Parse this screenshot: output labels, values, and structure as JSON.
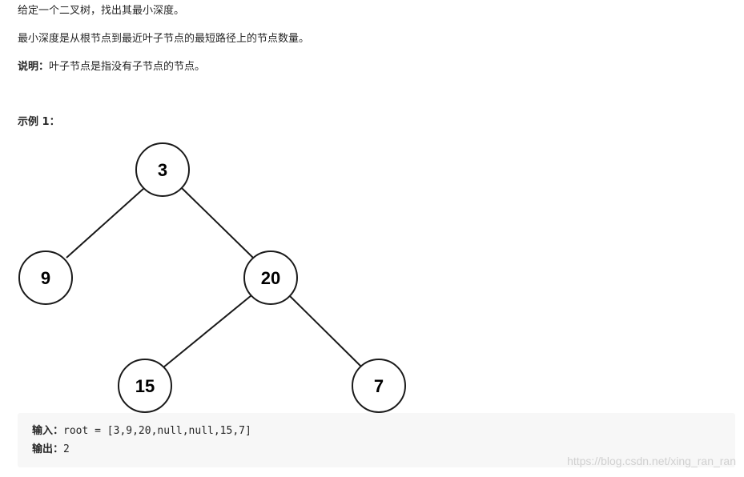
{
  "problem": {
    "statement": "给定一个二叉树，找出其最小深度。",
    "definition": "最小深度是从根节点到最近叶子节点的最短路径上的节点数量。",
    "note_label": "说明：",
    "note_text": "叶子节点是指没有子节点的节点。"
  },
  "example": {
    "heading": "示例 1：",
    "tree": {
      "nodes": [
        "3",
        "9",
        "20",
        "15",
        "7"
      ]
    },
    "input_label": "输入：",
    "input_value": "root = [3,9,20,null,null,15,7]",
    "output_label": "输出：",
    "output_value": "2"
  },
  "watermark": "https://blog.csdn.net/xing_ran_ran"
}
